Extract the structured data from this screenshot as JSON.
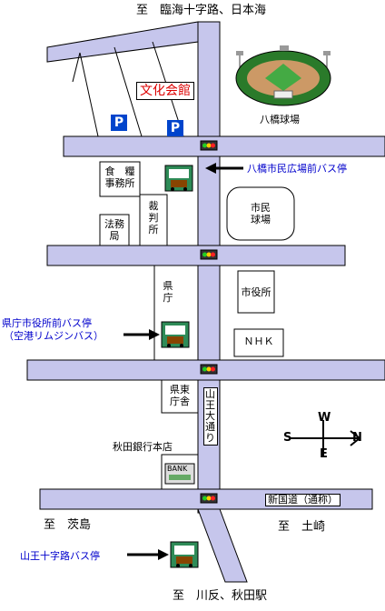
{
  "directions": {
    "north": "至　臨海十字路、日本海",
    "west": "至　茨島",
    "east": "至　土崎",
    "south": "至　川反、秋田駅"
  },
  "landmarks": {
    "bunka_kaikan": "文化会館",
    "stadium": "八橋球場",
    "shokuryo": "食　糧\n事務所",
    "homukyoku": "法務\n局",
    "saibansho": "裁\n判\n所",
    "shimin_kyujo": "市民\n球場",
    "kencho": "県\n庁",
    "shiyakusho": "市役所",
    "nhk": "ＮＨＫ",
    "ken_higashi": "県東\n庁舎",
    "akita_bank": "秋田銀行本店",
    "bank_sign": "BANK",
    "sanno_odori": "山王大通り",
    "shinkokudo": "新国道（通称）"
  },
  "bus_stops": {
    "yabase": "八橋市民広場前バス停",
    "kencho_line1": "県庁市役所前バス停",
    "kencho_line2": "（空港リムジンバス）",
    "sanno": "山王十字路バス停"
  },
  "parking": {
    "sign": "P"
  },
  "compass": {
    "n": "N",
    "s": "S",
    "e": "E",
    "w": "W"
  },
  "colors": {
    "road": "#c6c6ec",
    "road_edge": "#000000",
    "bus_stop_text": "#0000cc",
    "hall_text": "#dd0000",
    "parking": "#0044cc"
  }
}
